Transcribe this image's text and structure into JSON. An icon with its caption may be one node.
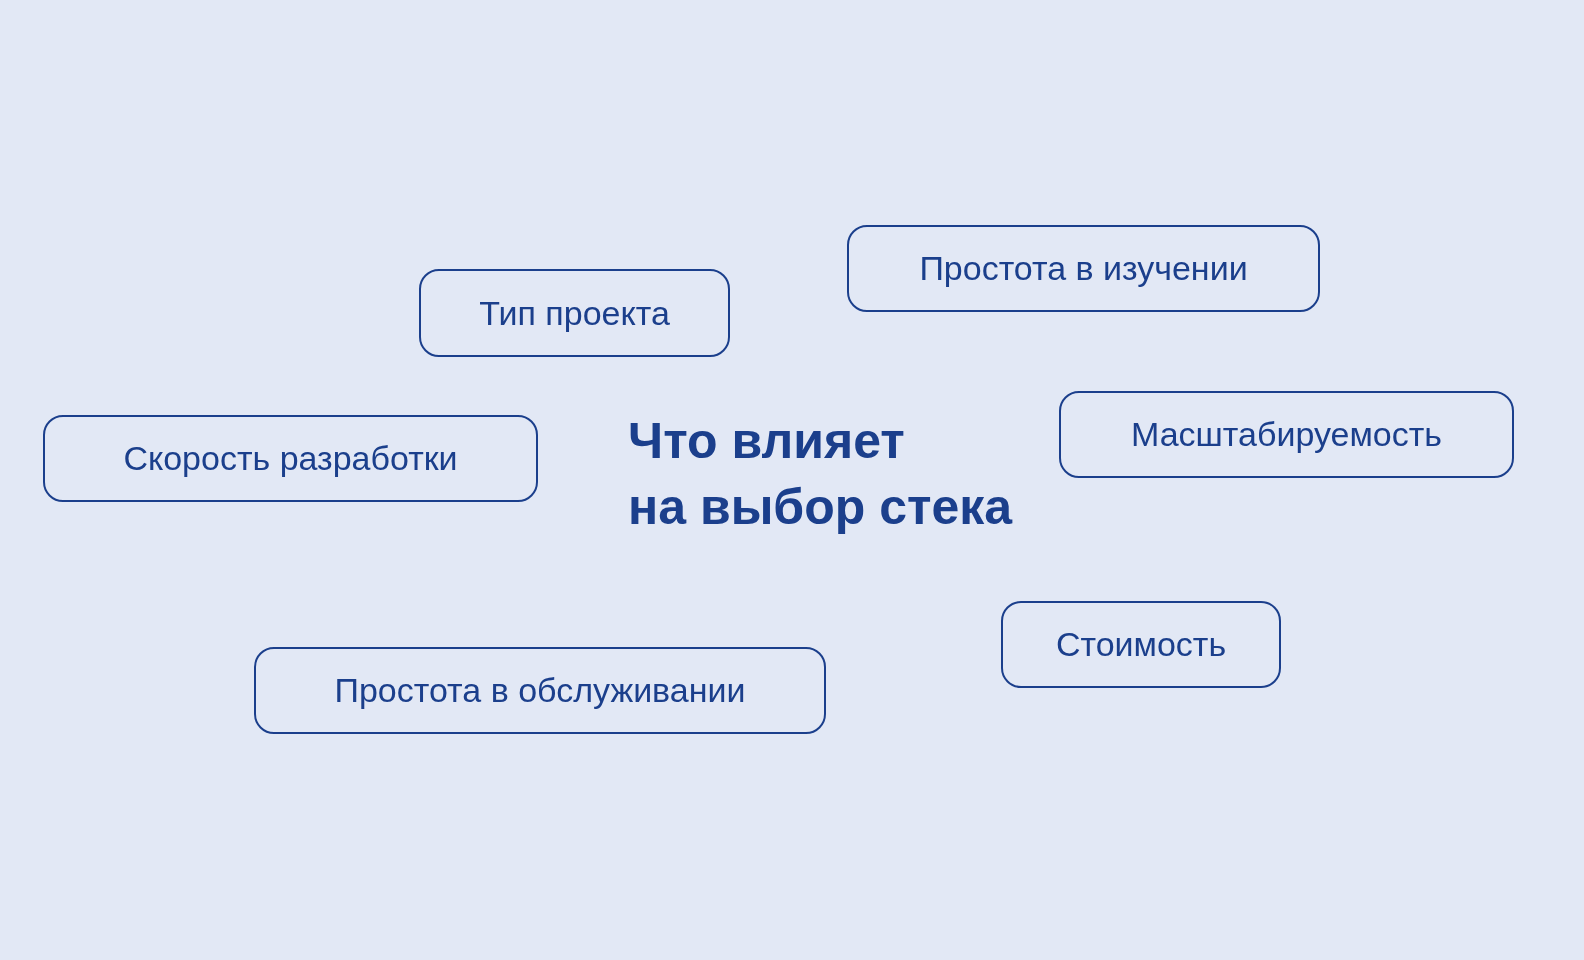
{
  "diagram": {
    "title": "Что влияет на выбор стека",
    "nodes": [
      {
        "text": [
          "Простота в изучении"
        ]
      },
      {
        "text": [
          "Тип проекта"
        ]
      },
      {
        "text": [
          "Масштабируемость"
        ]
      },
      {
        "text": [
          "Скорость разработки"
        ]
      },
      {
        "text": [
          "Стоимость"
        ]
      },
      {
        "text": [
          "Простота в обслуживании"
        ]
      }
    ]
  }
}
